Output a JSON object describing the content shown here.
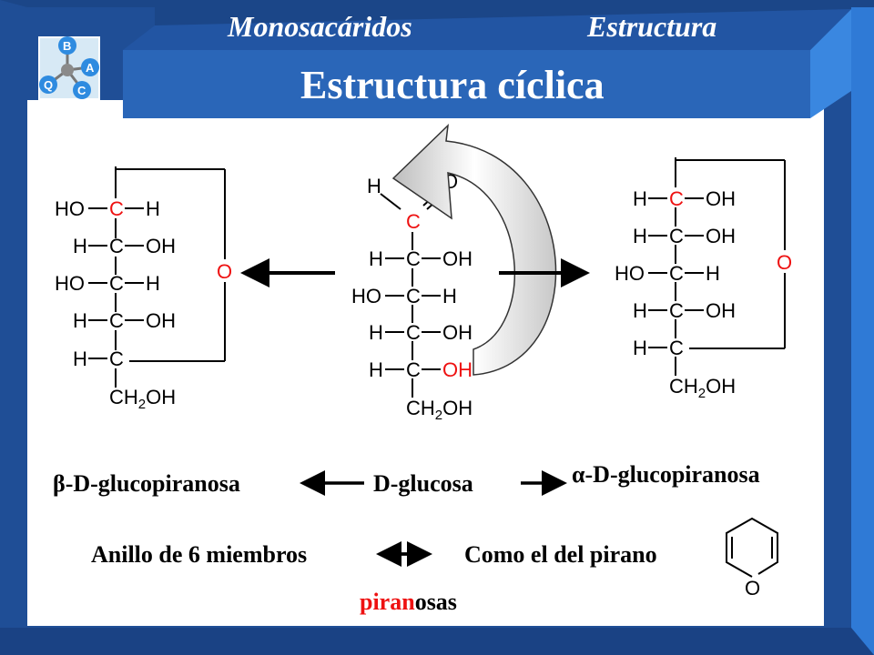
{
  "header": {
    "left": "Monosacáridos",
    "right": "Estructura"
  },
  "title": "Estructura cíclica",
  "logo": {
    "letters": [
      "B",
      "A",
      "C",
      "Q"
    ],
    "icon": "molecule-logo-icon"
  },
  "atoms": {
    "c": "C",
    "h": "H",
    "o": "O",
    "oh": "OH",
    "ho": "HO",
    "ch2": "CH",
    "sub2": "2",
    "oh_tail": "OH"
  },
  "labels": {
    "beta_symbol": "β",
    "beta_name": "-D-glucopiranosa",
    "glucose": "D-glucosa",
    "alpha_symbol": "α",
    "alpha_name": "-D-glucopiranosa",
    "ring": "Anillo de 6 miembros",
    "pyran": "Como el del pirano",
    "pyranoses_red": "piran",
    "pyranoses_rest": "osas"
  },
  "colors": {
    "background": "#1f4e96",
    "panel": "#ffffff",
    "header_band": "#2a66b8",
    "highlight_red": "#ee1111",
    "curved_arrow": "#e6e6e6"
  }
}
